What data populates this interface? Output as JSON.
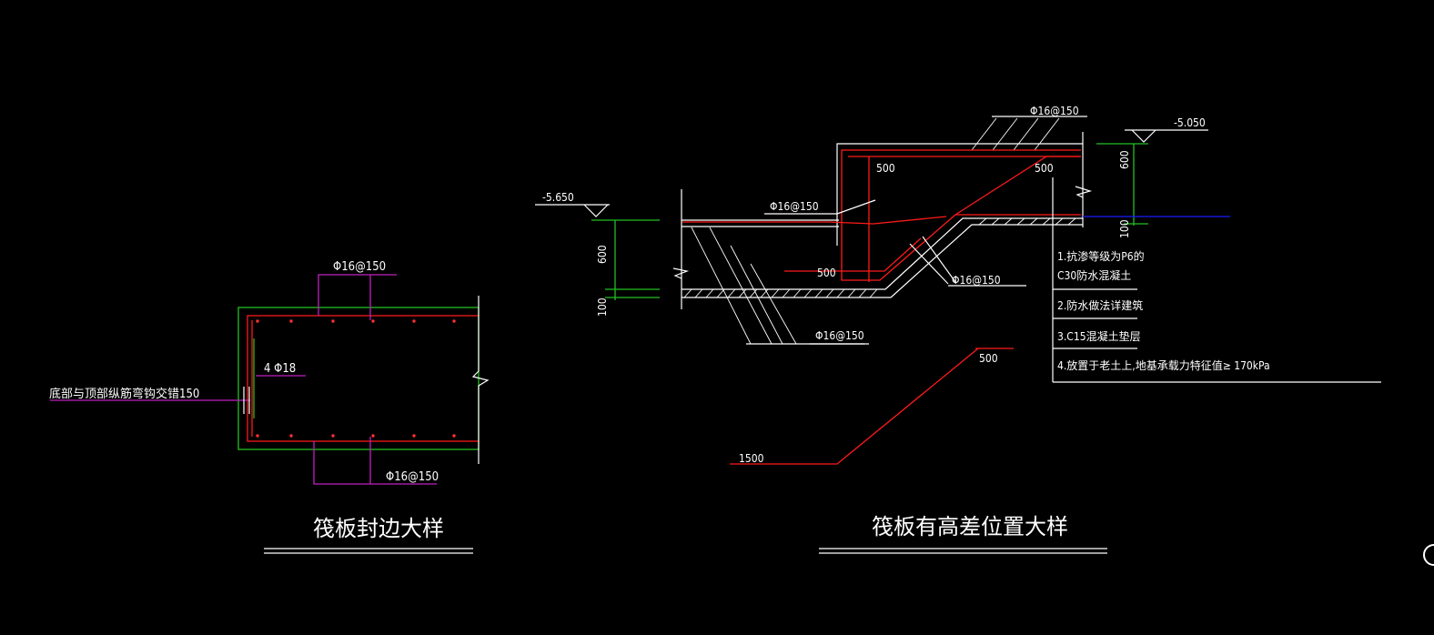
{
  "left_detail": {
    "top_rebar": "Φ16@150",
    "bottom_rebar": "Φ16@150",
    "side_bar": "4 Φ18",
    "note": "底部与顶部纵筋弯钩交错150",
    "title": "筏板封边大样"
  },
  "right_detail": {
    "elev_left": "-5.650",
    "elev_right": "-5.050",
    "dim_600_left": "600",
    "dim_100_left": "100",
    "dim_600_right": "600",
    "dim_100_right": "100",
    "rebar_top": "Φ16@150",
    "rebar_mid": "Φ16@150",
    "rebar_slope": "Φ16@150",
    "rebar_bottom": "Φ16@150",
    "dim_500_a": "500",
    "dim_500_b": "500",
    "dim_500_c": "500",
    "dim_500_d": "500",
    "dim_1500": "1500",
    "title": "筏板有高差位置大样",
    "notes": [
      "1.抗渗等级为P6的",
      "C30防水混凝土",
      "2.防水做法详建筑",
      "3.C15混凝土垫层",
      "4.放置于老土上,地基承载力特征值≥ 170kPa"
    ]
  },
  "colors": {
    "background": "#000000",
    "rebar": "#ff1a1a",
    "outline": "#22c022",
    "leader": "#c020c0",
    "water_level": "#1a1aff",
    "text": "#ffffff"
  }
}
